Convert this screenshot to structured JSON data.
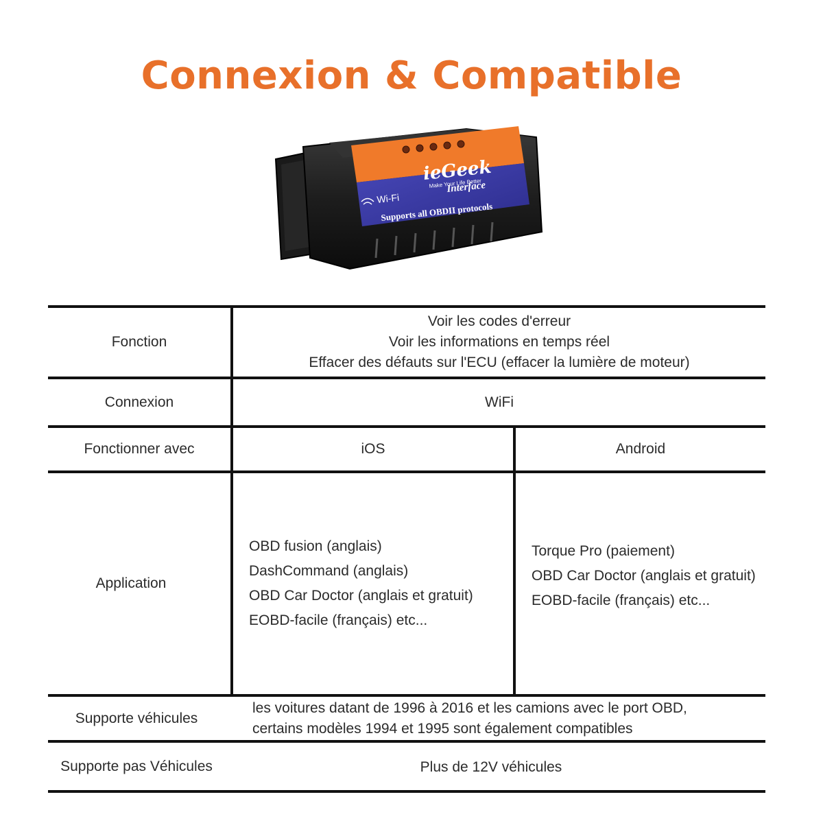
{
  "title": "Connexion & Compatible",
  "product": {
    "brand": "ieGeek",
    "tagline": "Make Your Life Better",
    "wifi_label": "Wi-Fi",
    "interface_label": "Interface",
    "protocol_label": "Supports all OBDII protocols",
    "colors": {
      "label_orange": "#f07a2a",
      "label_blue": "#3a3aa8",
      "body": "#1e1e1e"
    }
  },
  "accent_color": "#e8702a",
  "table": {
    "rows": {
      "fonction": {
        "label": "Fonction",
        "lines": [
          "Voir les codes d'erreur",
          "Voir les informations en temps réel",
          "Effacer des défauts sur l'ECU (effacer la lumière de moteur)"
        ]
      },
      "connexion": {
        "label": "Connexion",
        "value": "WiFi"
      },
      "fonctionner": {
        "label": "Fonctionner avec",
        "ios": "iOS",
        "android": "Android"
      },
      "application": {
        "label": "Application",
        "ios_apps": [
          "OBD fusion (anglais)",
          "DashCommand (anglais)",
          "OBD Car Doctor (anglais et gratuit)",
          "EOBD-facile (français) etc..."
        ],
        "android_apps": [
          "Torque Pro (paiement)",
          "OBD Car Doctor (anglais et gratuit)",
          "EOBD-facile (français) etc..."
        ]
      },
      "supporte": {
        "label": "Supporte véhicules",
        "lines": [
          "les voitures datant de 1996 à 2016 et les camions avec le port OBD,",
          "certains modèles 1994 et 1995 sont également compatibles"
        ]
      },
      "supporte_pas": {
        "label": "Supporte pas Véhicules",
        "value": "Plus de 12V véhicules"
      }
    }
  }
}
